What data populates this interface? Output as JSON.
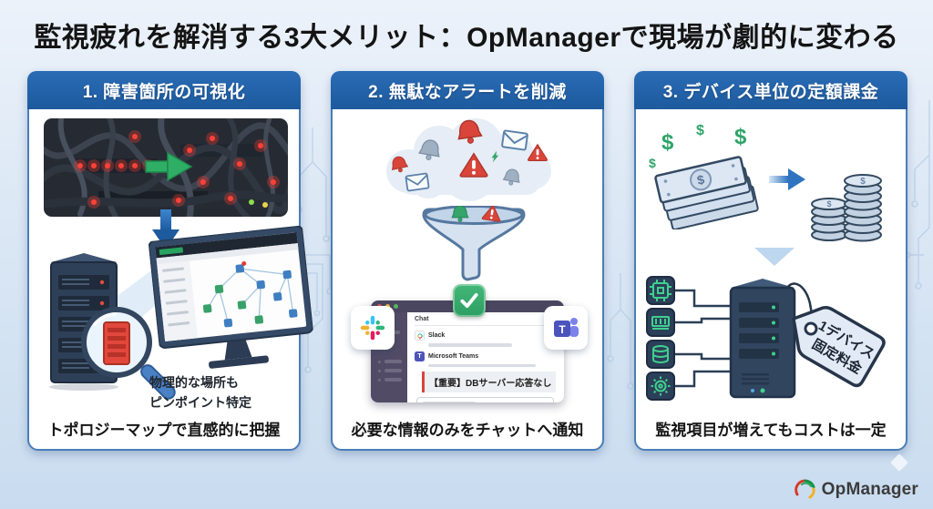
{
  "title": "監視疲れを解消する3大メリット：OpManagerで現場が劇的に変わる",
  "brand": {
    "name": "OpManager",
    "teams_logo_letter": "T"
  },
  "currency_symbol": "$",
  "panels": [
    {
      "header": "1. 障害箇所の可視化",
      "annotation": {
        "line1": "物理的な場所も",
        "line2": "ピンポイント特定"
      },
      "caption": "トポロジーマップで直感的に把握"
    },
    {
      "header": "2. 無駄なアラートを削減",
      "chat_window": {
        "title": "Chat",
        "services": [
          "Slack",
          "Microsoft Teams"
        ],
        "alert_message": "【重要】DBサーバー応答なし"
      },
      "caption": "必要な情報のみをチャットへ通知"
    },
    {
      "header": "3. デバイス単位の定額課金",
      "price_tag": {
        "line1": "1デバイス",
        "line2": "固定料金"
      },
      "caption": "監視項目が増えてもコストは一定"
    }
  ],
  "colors": {
    "header_blue": "#2063ad",
    "alert_red": "#d9453a",
    "success_green": "#35a56b",
    "arrow_blue": "#2f74c0"
  }
}
